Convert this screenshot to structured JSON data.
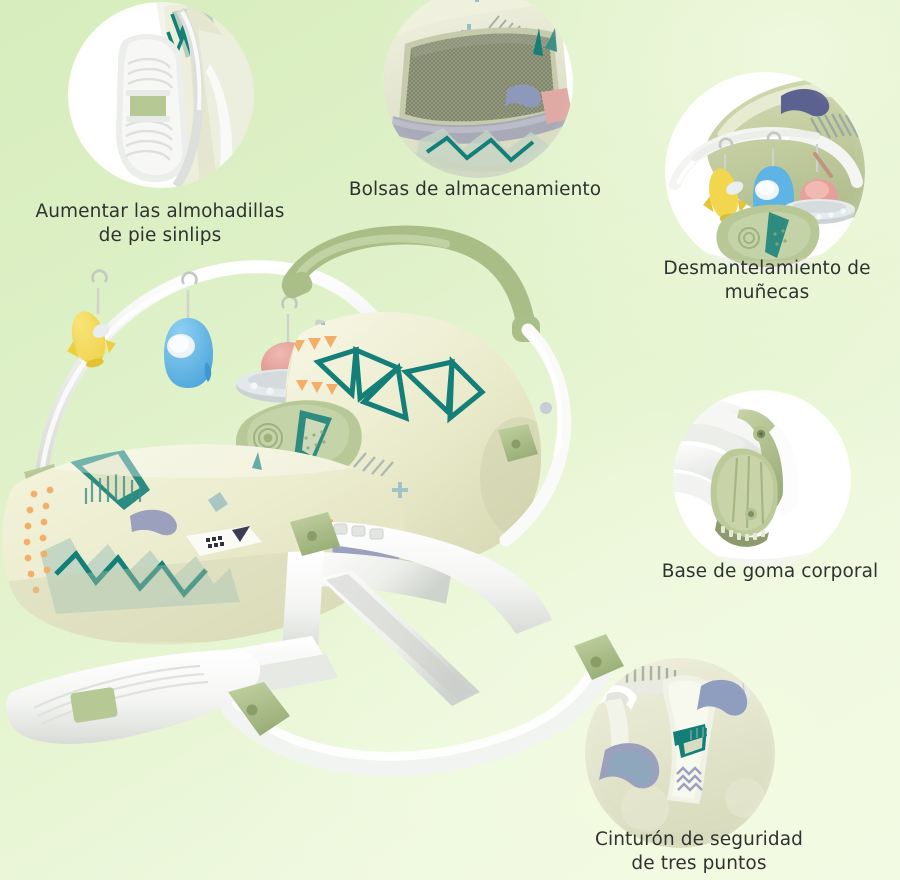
{
  "page": {
    "kind": "product-feature-infographic",
    "language": "es",
    "product": "baby bouncer rocker chair",
    "background_colors": {
      "green_dark": "#d7edbd",
      "green_mid": "#e2f2cb",
      "green_light": "#f3fbe8"
    },
    "caption_color": "#2f3330"
  },
  "callouts": [
    {
      "id": "footpads",
      "caption": "Aumentar las almohadillas\nde pie sinlips",
      "icon": "footrest-pad-closeup"
    },
    {
      "id": "storage",
      "caption": "Bolsas de almacenamiento",
      "icon": "mesh-storage-pocket-closeup"
    },
    {
      "id": "toys",
      "caption": "Desmantelamiento de\nmuñecas",
      "icon": "detachable-toy-bar-closeup"
    },
    {
      "id": "rubber",
      "caption": "Base de goma corporal",
      "icon": "rubber-base-foot-closeup"
    },
    {
      "id": "harness",
      "caption": "Cinturón de seguridad\nde tres puntos",
      "icon": "three-point-harness-closeup"
    }
  ],
  "product_colors": {
    "fabric_cream": "#eff0d2",
    "fabric_shadow": "#dcddb9",
    "teal": "#147f78",
    "teal_light": "#8fc5bb",
    "orange": "#f3ae68",
    "sage": "#b6c995",
    "sage_dark": "#9cb179",
    "frame_white": "#fbfbfb",
    "frame_grey": "#d3d6d2",
    "toy_yellow": "#f4d94f",
    "toy_blue": "#63b7e8",
    "toy_pink": "#e79f9a",
    "lavender": "#a9abc9"
  },
  "product_parts": {
    "handle": "carry-handle",
    "toy_arch": "toy-arch",
    "toys": [
      "rocket-toy",
      "astronaut-toy",
      "ufo-toy"
    ],
    "seat": "seat-cushion",
    "backrest": "backrest-cushion",
    "footrest": "footrest-pad",
    "rocker_base": "rocker-base",
    "buttons": "control-buttons"
  }
}
